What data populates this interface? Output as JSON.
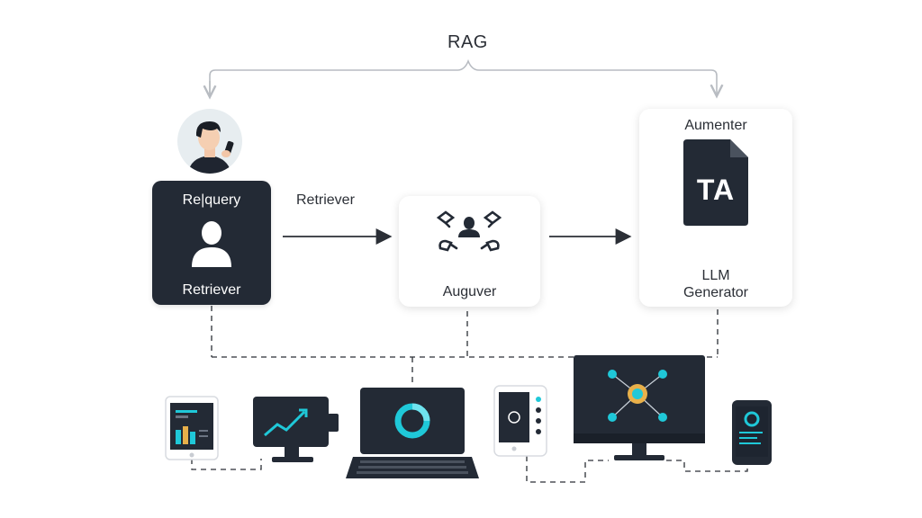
{
  "diagram": {
    "title": "RAG",
    "edge_label_retriever": "Retriever",
    "query_node": {
      "top_label": "Re|query",
      "bottom_label": "Retriever"
    },
    "augmenter_node": {
      "label": "Auguver"
    },
    "generator_node": {
      "top_label": "Aumenter",
      "doc_text": "TA",
      "llm_label": "LLM",
      "generator_label": "Generator"
    }
  },
  "colors": {
    "dark": "#232a35",
    "accent": "#1fc8d8",
    "line": "#2b2f36",
    "muted": "#b8bcc2"
  },
  "devices": [
    {
      "name": "tablet-bars"
    },
    {
      "name": "monitor-trend"
    },
    {
      "name": "laptop-donut"
    },
    {
      "name": "phone-controls"
    },
    {
      "name": "desktop-network"
    },
    {
      "name": "phone-dashboard"
    }
  ]
}
